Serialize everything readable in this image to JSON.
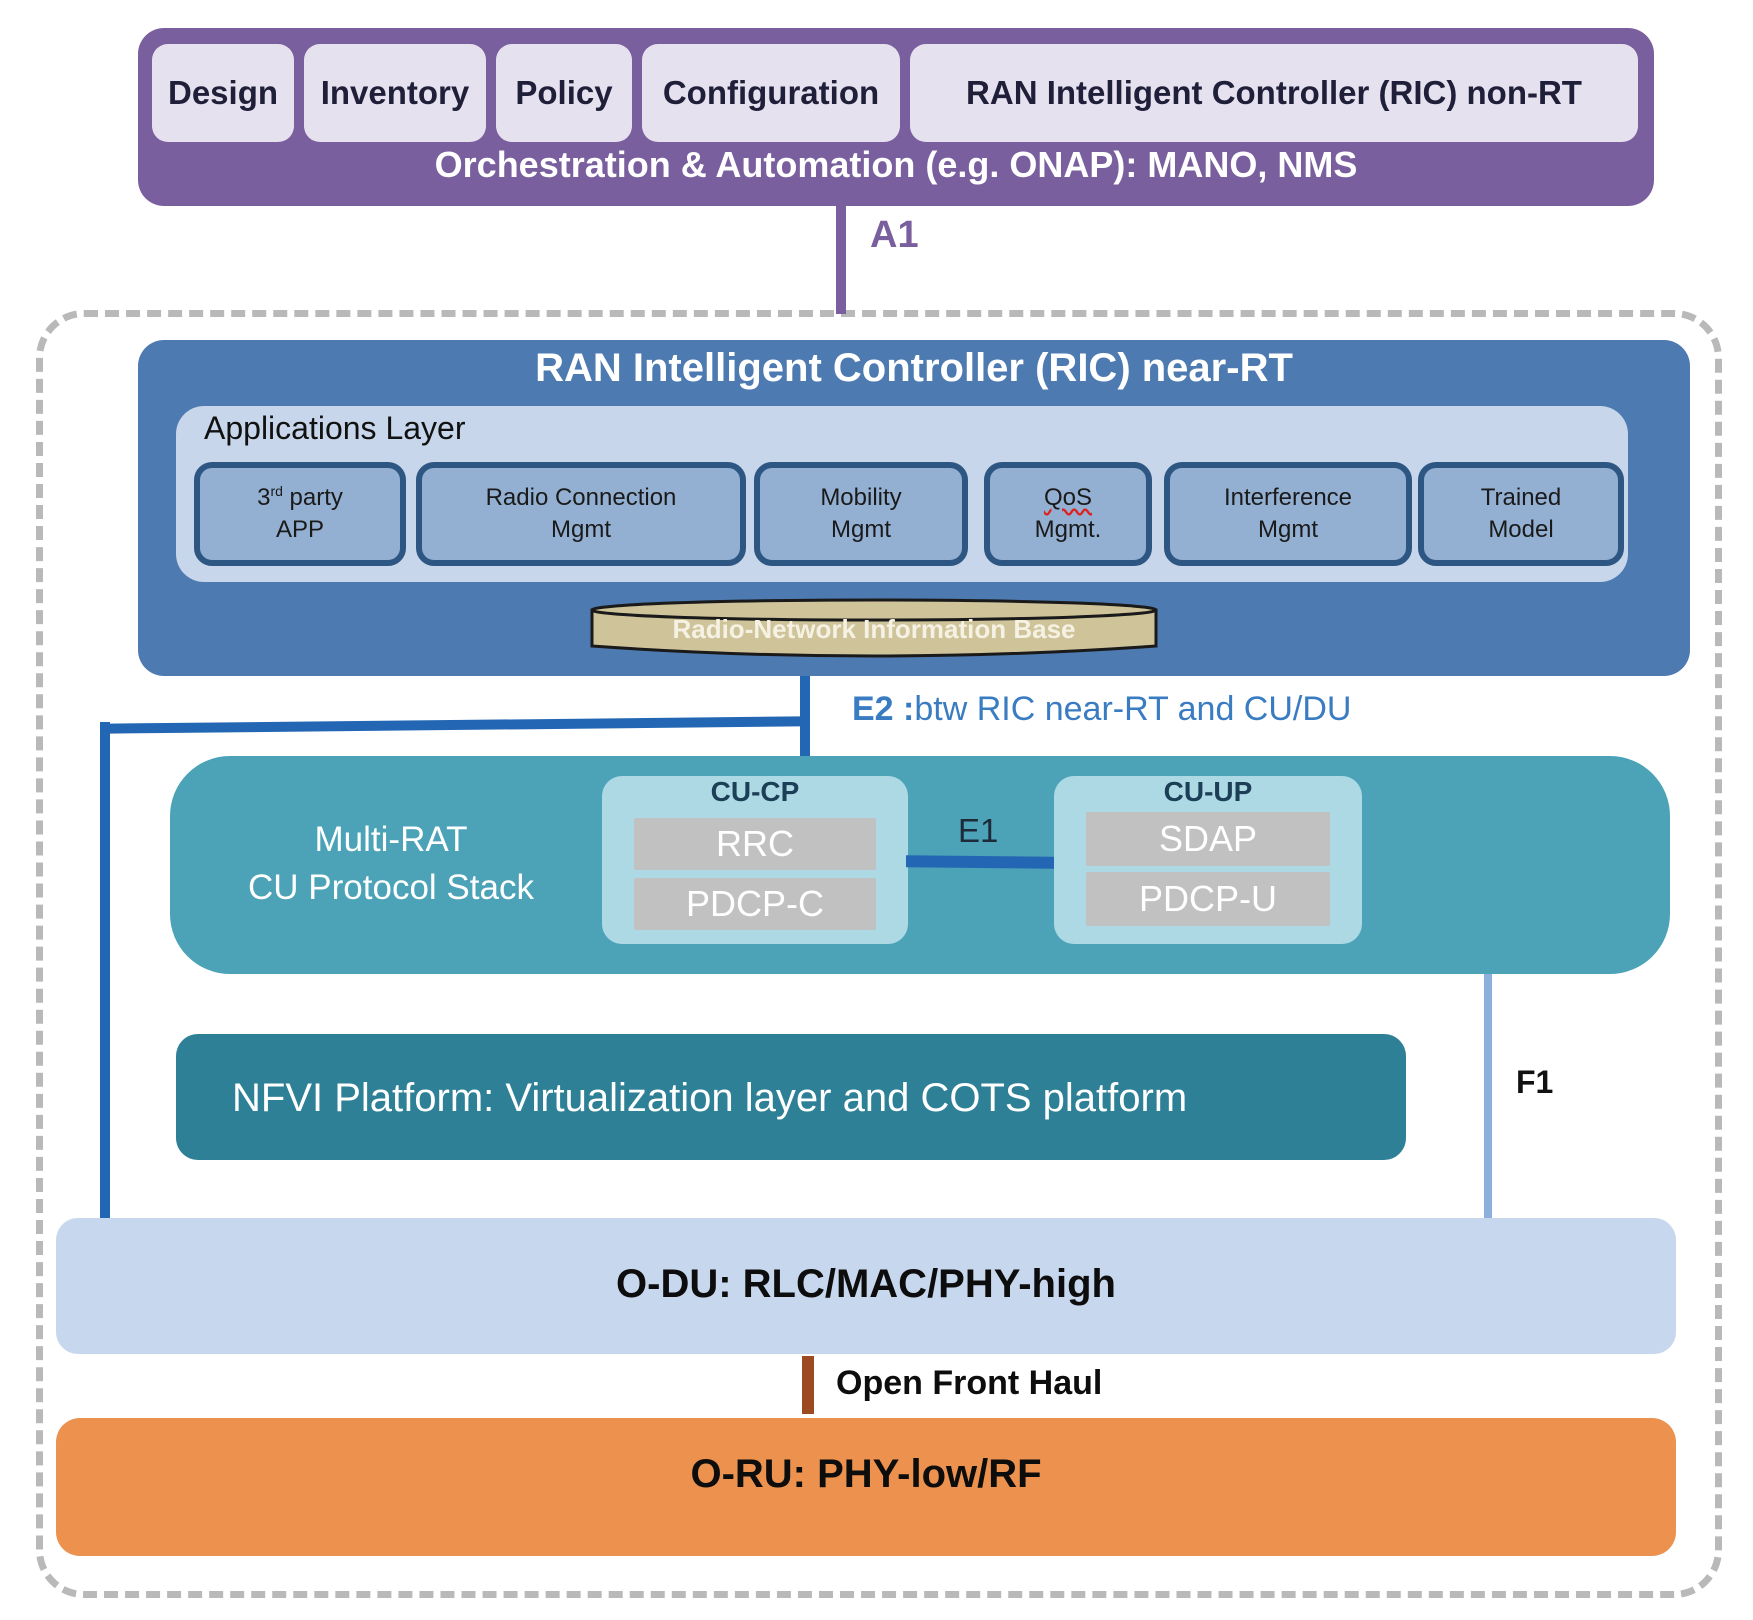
{
  "orchestration": {
    "tabs": [
      "Design",
      "Inventory",
      "Policy",
      "Configuration",
      "RAN Intelligent Controller (RIC) non-RT"
    ],
    "title": "Orchestration & Automation (e.g. ONAP): MANO, NMS"
  },
  "interfaces": {
    "a1": "A1",
    "e2_bold": "E2 :",
    "e2_text": "btw RIC near-RT and CU/DU",
    "e1": "E1",
    "f1": "F1",
    "fronthaul": "Open Front Haul"
  },
  "ric_near_rt": {
    "title": "RAN Intelligent Controller (RIC) near-RT",
    "applications_layer": {
      "title": "Applications Layer",
      "apps": [
        {
          "line1_main": "3",
          "line1_sup": "rd",
          "line1_rest": " party",
          "line2": "APP"
        },
        {
          "line1": "Radio Connection",
          "line2": "Mgmt"
        },
        {
          "line1": "Mobility",
          "line2": "Mgmt"
        },
        {
          "line1": "QoS",
          "line2": "Mgmt."
        },
        {
          "line1": "Interference",
          "line2": "Mgmt"
        },
        {
          "line1": "Trained",
          "line2": "Model"
        }
      ]
    },
    "rnib": "Radio-Network Information Base"
  },
  "cu": {
    "title_line1": "Multi-RAT",
    "title_line2": "CU Protocol Stack",
    "cu_cp": {
      "title": "CU-CP",
      "layers": [
        "RRC",
        "PDCP-C"
      ]
    },
    "cu_up": {
      "title": "CU-UP",
      "layers": [
        "SDAP",
        "PDCP-U"
      ]
    }
  },
  "nfvi": "NFVI Platform: Virtualization layer and COTS platform",
  "odu": "O-DU: RLC/MAC/PHY-high",
  "oru": "O-RU: PHY-low/RF",
  "colors": {
    "orchestration": "#7a5f9e",
    "ric": "#4d7ab0",
    "cu": "#4ca3b8",
    "nfvi": "#2e8096",
    "odu": "#c7d7ee",
    "oru": "#ec914e",
    "e2_line": "#2367b4",
    "fronthaul_line": "#9b4a22"
  }
}
